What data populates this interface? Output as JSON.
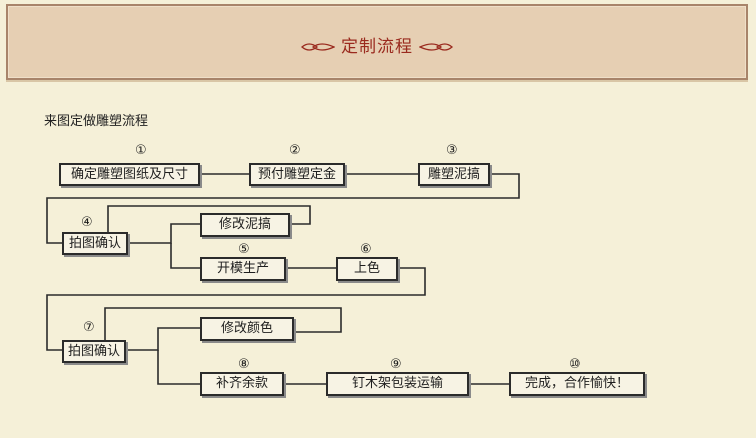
{
  "header": {
    "title": "定制流程"
  },
  "section": {
    "title": "来图定做雕塑流程"
  },
  "steps": {
    "s1": {
      "num": "①",
      "label": "确定雕塑图纸及尺寸"
    },
    "s2": {
      "num": "②",
      "label": "预付雕塑定金"
    },
    "s3": {
      "num": "③",
      "label": "雕塑泥搞"
    },
    "s4": {
      "num": "④",
      "label": "拍图确认"
    },
    "revise_clay": {
      "label": "修改泥搞"
    },
    "s5": {
      "num": "⑤",
      "label": "开模生产"
    },
    "s6": {
      "num": "⑥",
      "label": "上色"
    },
    "s7": {
      "num": "⑦",
      "label": "拍图确认"
    },
    "revise_color": {
      "label": "修改颜色"
    },
    "s8": {
      "num": "⑧",
      "label": "补齐余款"
    },
    "s9": {
      "num": "⑨",
      "label": "钉木架包装运输"
    },
    "s10": {
      "num": "⑩",
      "label": "完成，合作愉快！"
    }
  },
  "colors": {
    "title_red": "#9a2a1e",
    "header_bg": "#e6cfb3",
    "page_bg": "#f5f0d8"
  }
}
